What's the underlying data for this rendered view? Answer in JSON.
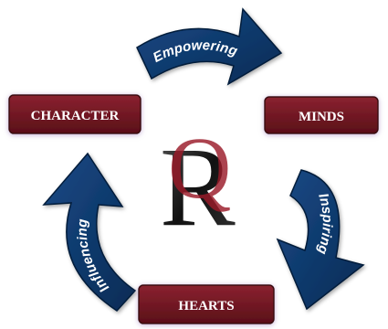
{
  "boxes": {
    "character": "CHARACTER",
    "minds": "MINDS",
    "hearts": "HEARTS"
  },
  "arrows": {
    "empowering": "Empowering",
    "inspiring": "Inspiring",
    "influencing": "Influencing"
  },
  "logo": {
    "letter_r": "R",
    "letter_q": "Q"
  },
  "colors": {
    "box_fill": "#6b1420",
    "box_border": "#3a0a10",
    "box_glow": "#d9c4e6",
    "arrow_fill": "#0b3566",
    "arrow_border": "#061d3a",
    "logo_r": "#1a1a1a",
    "logo_q": "#9a1a28"
  }
}
